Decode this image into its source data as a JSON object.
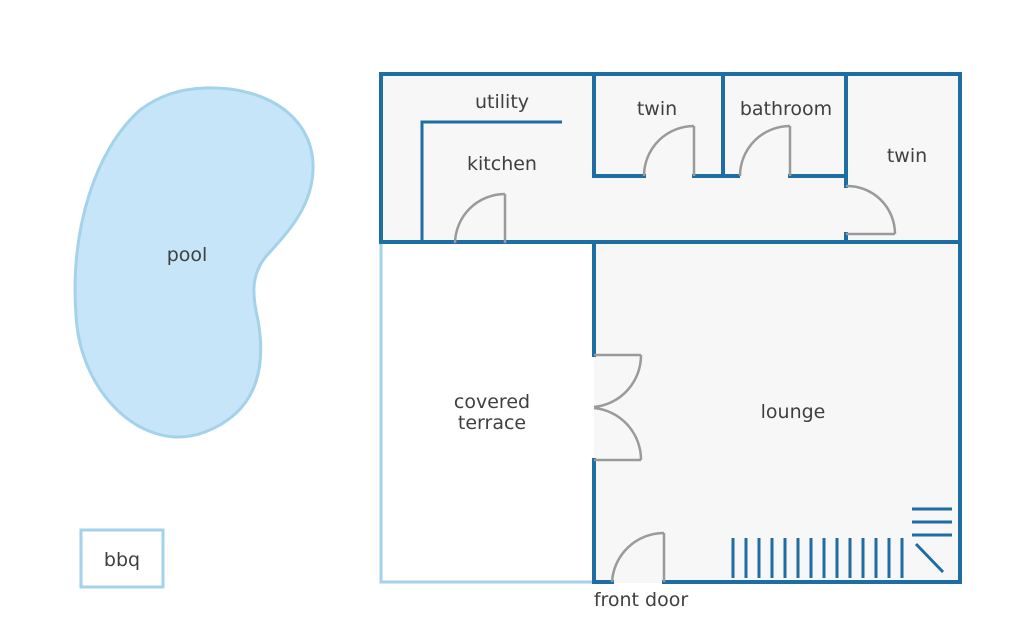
{
  "colors": {
    "wall": "#1e6ea3",
    "light_wall": "#a3d2ea",
    "pool_fill": "#c6e5f8",
    "pool_stroke": "#a3d2ea",
    "floor": "#f7f7f7",
    "door": "#9a9a9a",
    "text": "#3f3f3f"
  },
  "rooms": {
    "utility": "utility",
    "kitchen": "kitchen",
    "twin_1": "twin",
    "bathroom": "bathroom",
    "twin_2": "twin",
    "lounge": "lounge",
    "covered_terrace_line1": "covered",
    "covered_terrace_line2": "terrace",
    "front_door": "front door"
  },
  "outdoor": {
    "pool": "pool",
    "bbq": "bbq"
  }
}
